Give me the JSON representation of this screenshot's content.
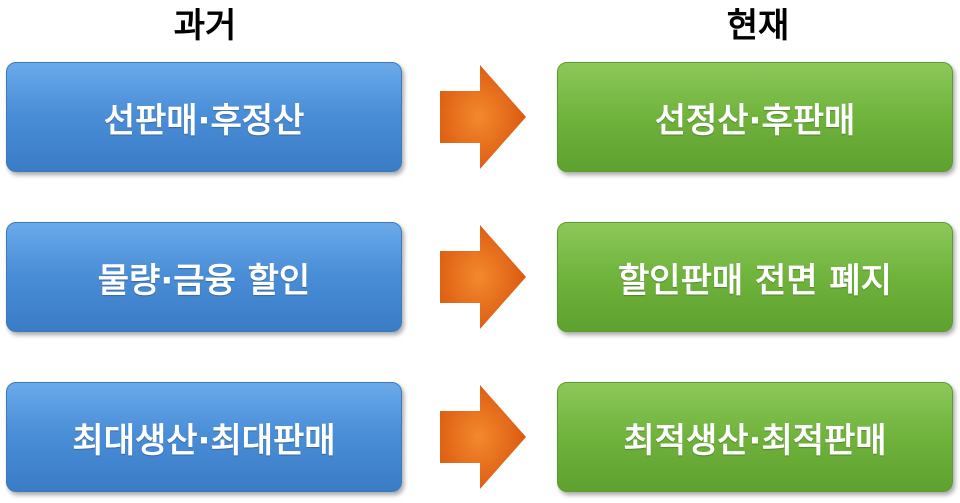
{
  "headers": {
    "past": "과거",
    "now": "현재"
  },
  "rows": [
    {
      "past": "선판매·후정산",
      "now": "선정산·후판매"
    },
    {
      "past": "물량·금융 할인",
      "now": "할인판매 전면 폐지"
    },
    {
      "past": "최대생산·최대판매",
      "now": "최적생산·최적판매"
    }
  ],
  "colors": {
    "past_box": "#4b8fd8",
    "now_box": "#6fb33c",
    "arrow": "#e8681a"
  }
}
